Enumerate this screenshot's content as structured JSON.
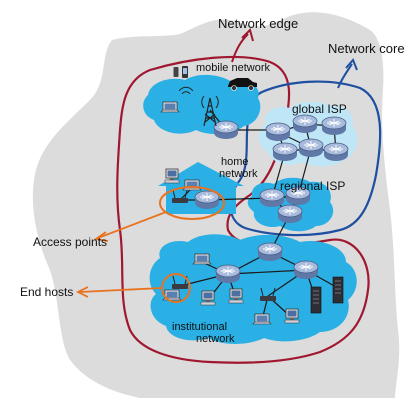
{
  "labels": {
    "network_edge": "Network edge",
    "network_core": "Network core",
    "mobile_network": "mobile network",
    "global_isp": "global ISP",
    "home_network_line1": "home",
    "home_network_line2": "network",
    "regional_isp": "regional ISP",
    "access_points": "Access points",
    "end_hosts": "End hosts",
    "institutional_line1": "institutional",
    "institutional_line2": "network"
  },
  "colors": {
    "background_blob": "#dcdcdc",
    "network_cloud": "#2ab0e4",
    "isp_cloud": "#bfe6f6",
    "edge_outline": "#a01830",
    "core_outline": "#1e4fa0",
    "annotation_orange": "#e8721f",
    "router_fill": "#8fa4c8",
    "link_line": "#1a1a1a"
  },
  "icons": [
    "router-icon",
    "laptop-icon",
    "desktop-icon",
    "server-icon",
    "cell-tower-icon",
    "phone-icon",
    "car-icon",
    "wireless-access-point-icon",
    "house-icon"
  ]
}
